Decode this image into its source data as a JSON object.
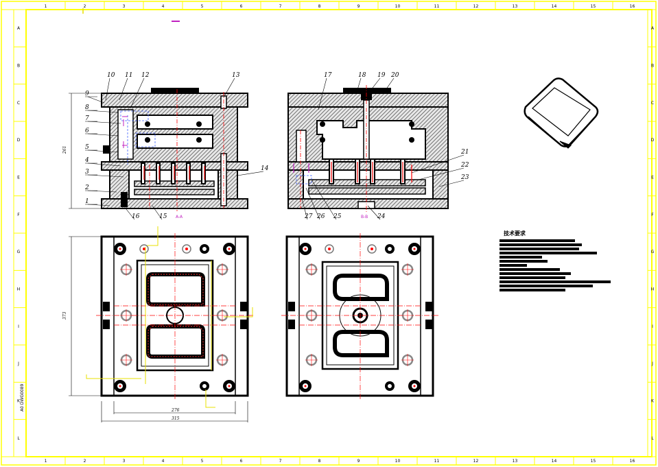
{
  "drawing": {
    "col_labels": [
      "1",
      "2",
      "3",
      "4",
      "5",
      "6",
      "7",
      "8",
      "9",
      "10",
      "11",
      "12",
      "13",
      "14",
      "15",
      "16"
    ],
    "row_labels": [
      "A",
      "B",
      "C",
      "D",
      "E",
      "F",
      "G",
      "H",
      "I",
      "J",
      "K",
      "L"
    ],
    "front_view_parts": [
      "1",
      "2",
      "3",
      "4",
      "5",
      "6",
      "7",
      "8",
      "9",
      "10",
      "11",
      "12",
      "13",
      "14",
      "15",
      "16"
    ],
    "side_view_parts": [
      "17",
      "18",
      "19",
      "20",
      "21",
      "22",
      "23",
      "24",
      "25",
      "26",
      "27"
    ],
    "dims": {
      "front_height": "261",
      "plan_height": "373",
      "plan_width_inner": "276",
      "plan_width_outer": "315"
    },
    "section_marks": {
      "front": "A-A",
      "side": "B-B"
    },
    "notes_title": "技术要求",
    "side_stamp": "A0  DWG0089",
    "colors": {
      "border": "#ffff00",
      "ink": "#000000",
      "centerline": "#ff0000",
      "leader": "#e8e000",
      "magenta": "#c020c0",
      "hatch": "#555555",
      "blue_dash": "#4060ff"
    }
  }
}
